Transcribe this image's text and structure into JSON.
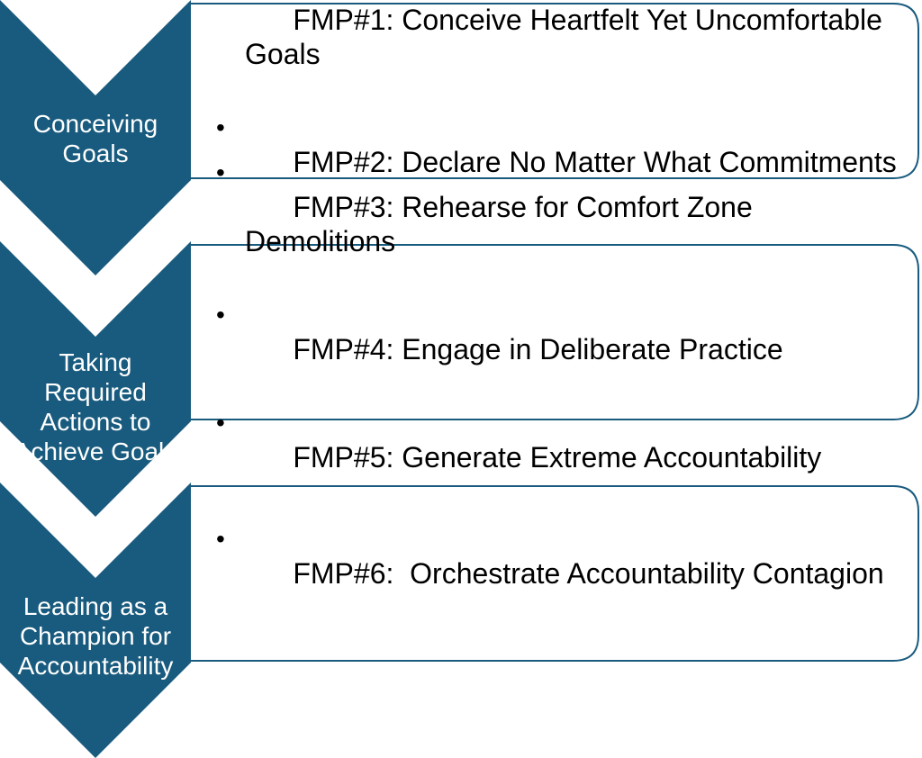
{
  "colors": {
    "chevron": "#195b7e",
    "box_border": "#195b7e",
    "label_text": "#ffffff",
    "item_text": "#000000"
  },
  "bullet_glyph": "•",
  "stages": [
    {
      "label": "Conceiving Goals",
      "items": [
        "FMP#1: Conceive Heartfelt Yet Uncomfortable Goals",
        "FMP#2: Declare No Matter What Commitments"
      ]
    },
    {
      "label": "Taking Required Actions to Achieve Goals",
      "items": [
        "FMP#3: Rehearse for Comfort Zone Demolitions",
        "FMP#4: Engage in Deliberate Practice",
        "FMP#5: Generate Extreme Accountability"
      ]
    },
    {
      "label": "Leading as a Champion for Accountability",
      "items": [
        "FMP#6:  Orchestrate Accountability Contagion"
      ]
    }
  ]
}
